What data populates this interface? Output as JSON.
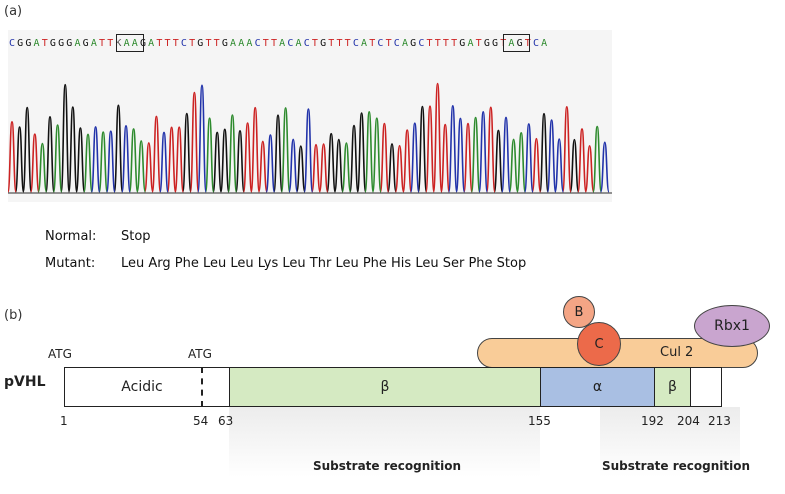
{
  "panel_a": {
    "label": "(a)",
    "sequence": "CGGATGGGAGATTKAAGATTTCTGTTGAAACTTACACTGTTTCATCTCAGCTTTTGATGGTAGTCA",
    "base_colors": {
      "A": "#2e8b2e",
      "C": "#2233aa",
      "G": "#111111",
      "T": "#cc2222",
      "K": "#555555"
    },
    "normal_label": "Normal:",
    "normal_seq": "Stop",
    "mutant_label": "Mutant:",
    "mutant_seq": "Leu Arg Phe Leu Leu Lys Leu Thr Leu Phe His Leu Ser Phe Stop"
  },
  "panel_b": {
    "label": "(b)",
    "protein": "pVHL",
    "atg1": "ATG",
    "atg2": "ATG",
    "acidic": "Acidic",
    "beta1": "β",
    "alpha": "α",
    "beta2": "β",
    "cul2": "Cul 2",
    "rbx1": "Rbx1",
    "b_label": "B",
    "c_label": "C",
    "ticks": [
      "1",
      "54",
      "63",
      "155",
      "192",
      "204",
      "213"
    ],
    "substrate1": "Substrate recognition",
    "substrate2": "Substrate recognition"
  }
}
